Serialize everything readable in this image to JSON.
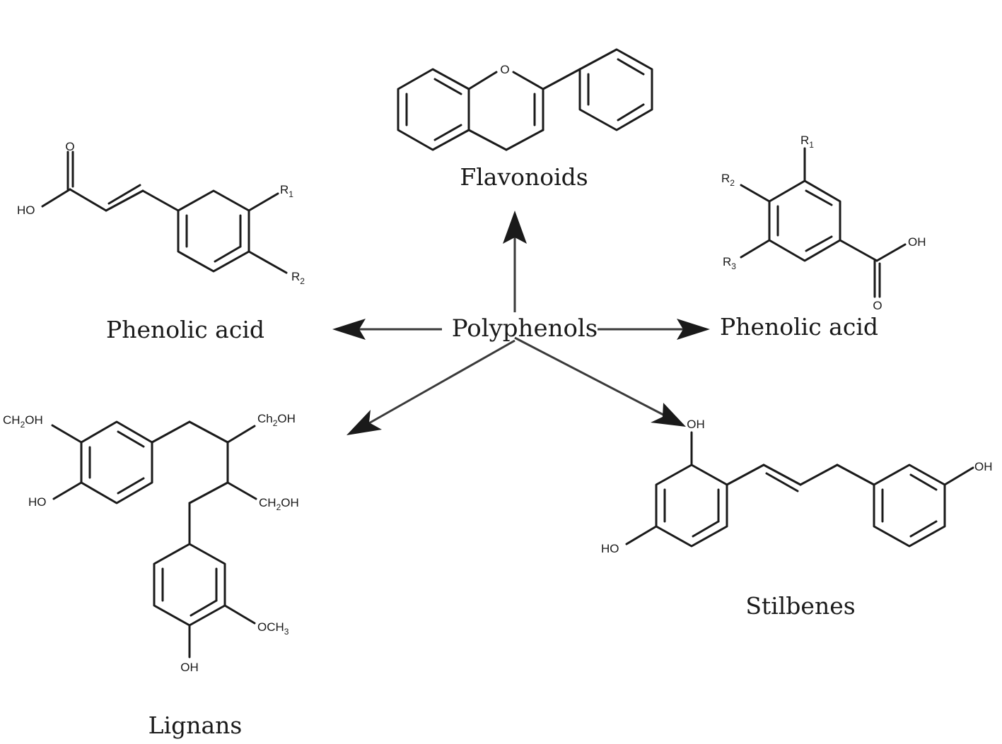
{
  "center": {
    "label": "Polyphenols"
  },
  "classes": {
    "flavonoids": {
      "label": "Flavonoids"
    },
    "phenolic_acid_left": {
      "label": "Phenolic acid"
    },
    "phenolic_acid_right": {
      "label": "Phenolic acid"
    },
    "lignans": {
      "label": "Lignans"
    },
    "stilbenes": {
      "label": "Stilbenes"
    }
  },
  "atoms": {
    "flavonoid_o": "O",
    "pal_o": "O",
    "pal_ho": "HO",
    "pal_r1": "R",
    "pal_r1_sub": "1",
    "pal_r2": "R",
    "pal_r2_sub": "2",
    "par_r1": "R",
    "par_r1_sub": "1",
    "par_r2": "R",
    "par_r2_sub": "2",
    "par_r3": "R",
    "par_r3_sub": "3",
    "par_oh": "OH",
    "par_o": "O",
    "lig_ch2oh_left_a": "CH",
    "lig_ch2oh_left_sub": "2",
    "lig_ch2oh_left_b": "OH",
    "lig_ho_upper": "HO",
    "lig_ch2oh_top_a": "Ch",
    "lig_ch2oh_top_sub": "2",
    "lig_ch2oh_top_b": "OH",
    "lig_ch2oh_mid_a": "CH",
    "lig_ch2oh_mid_sub": "2",
    "lig_ch2oh_mid_b": "OH",
    "lig_och3_a": "OCH",
    "lig_och3_sub": "3",
    "lig_oh_bottom": "OH",
    "stil_oh_top": "OH",
    "stil_ho_left": "HO",
    "stil_oh_right": "OH"
  }
}
